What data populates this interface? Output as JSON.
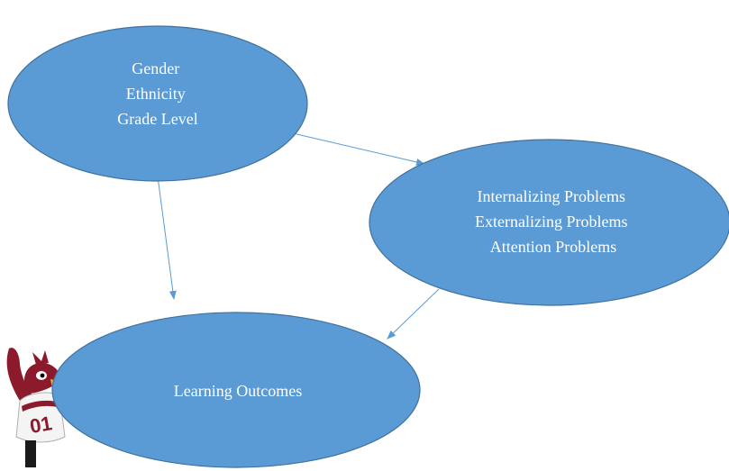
{
  "colors": {
    "node_fill": "#5b9bd5",
    "node_stroke": "#41719c",
    "node_text": "#ffffff",
    "connector": "#5b9bd5",
    "mascot_maroon": "#8b1a2b"
  },
  "nodes": {
    "demographics": {
      "lines": [
        "Gender",
        "Ethnicity",
        "Grade Level"
      ]
    },
    "behavior_problems": {
      "lines": [
        "Internalizing Problems",
        "Externalizing Problems",
        "Attention Problems"
      ]
    },
    "learning_outcomes": {
      "lines": [
        "Learning Outcomes"
      ]
    }
  },
  "edges": [
    {
      "from": "demographics",
      "to": "behavior_problems"
    },
    {
      "from": "demographics",
      "to": "learning_outcomes"
    },
    {
      "from": "behavior_problems",
      "to": "learning_outcomes"
    }
  ],
  "mascot": {
    "icon": "cardinal-mascot-icon",
    "jersey_number": "01"
  }
}
